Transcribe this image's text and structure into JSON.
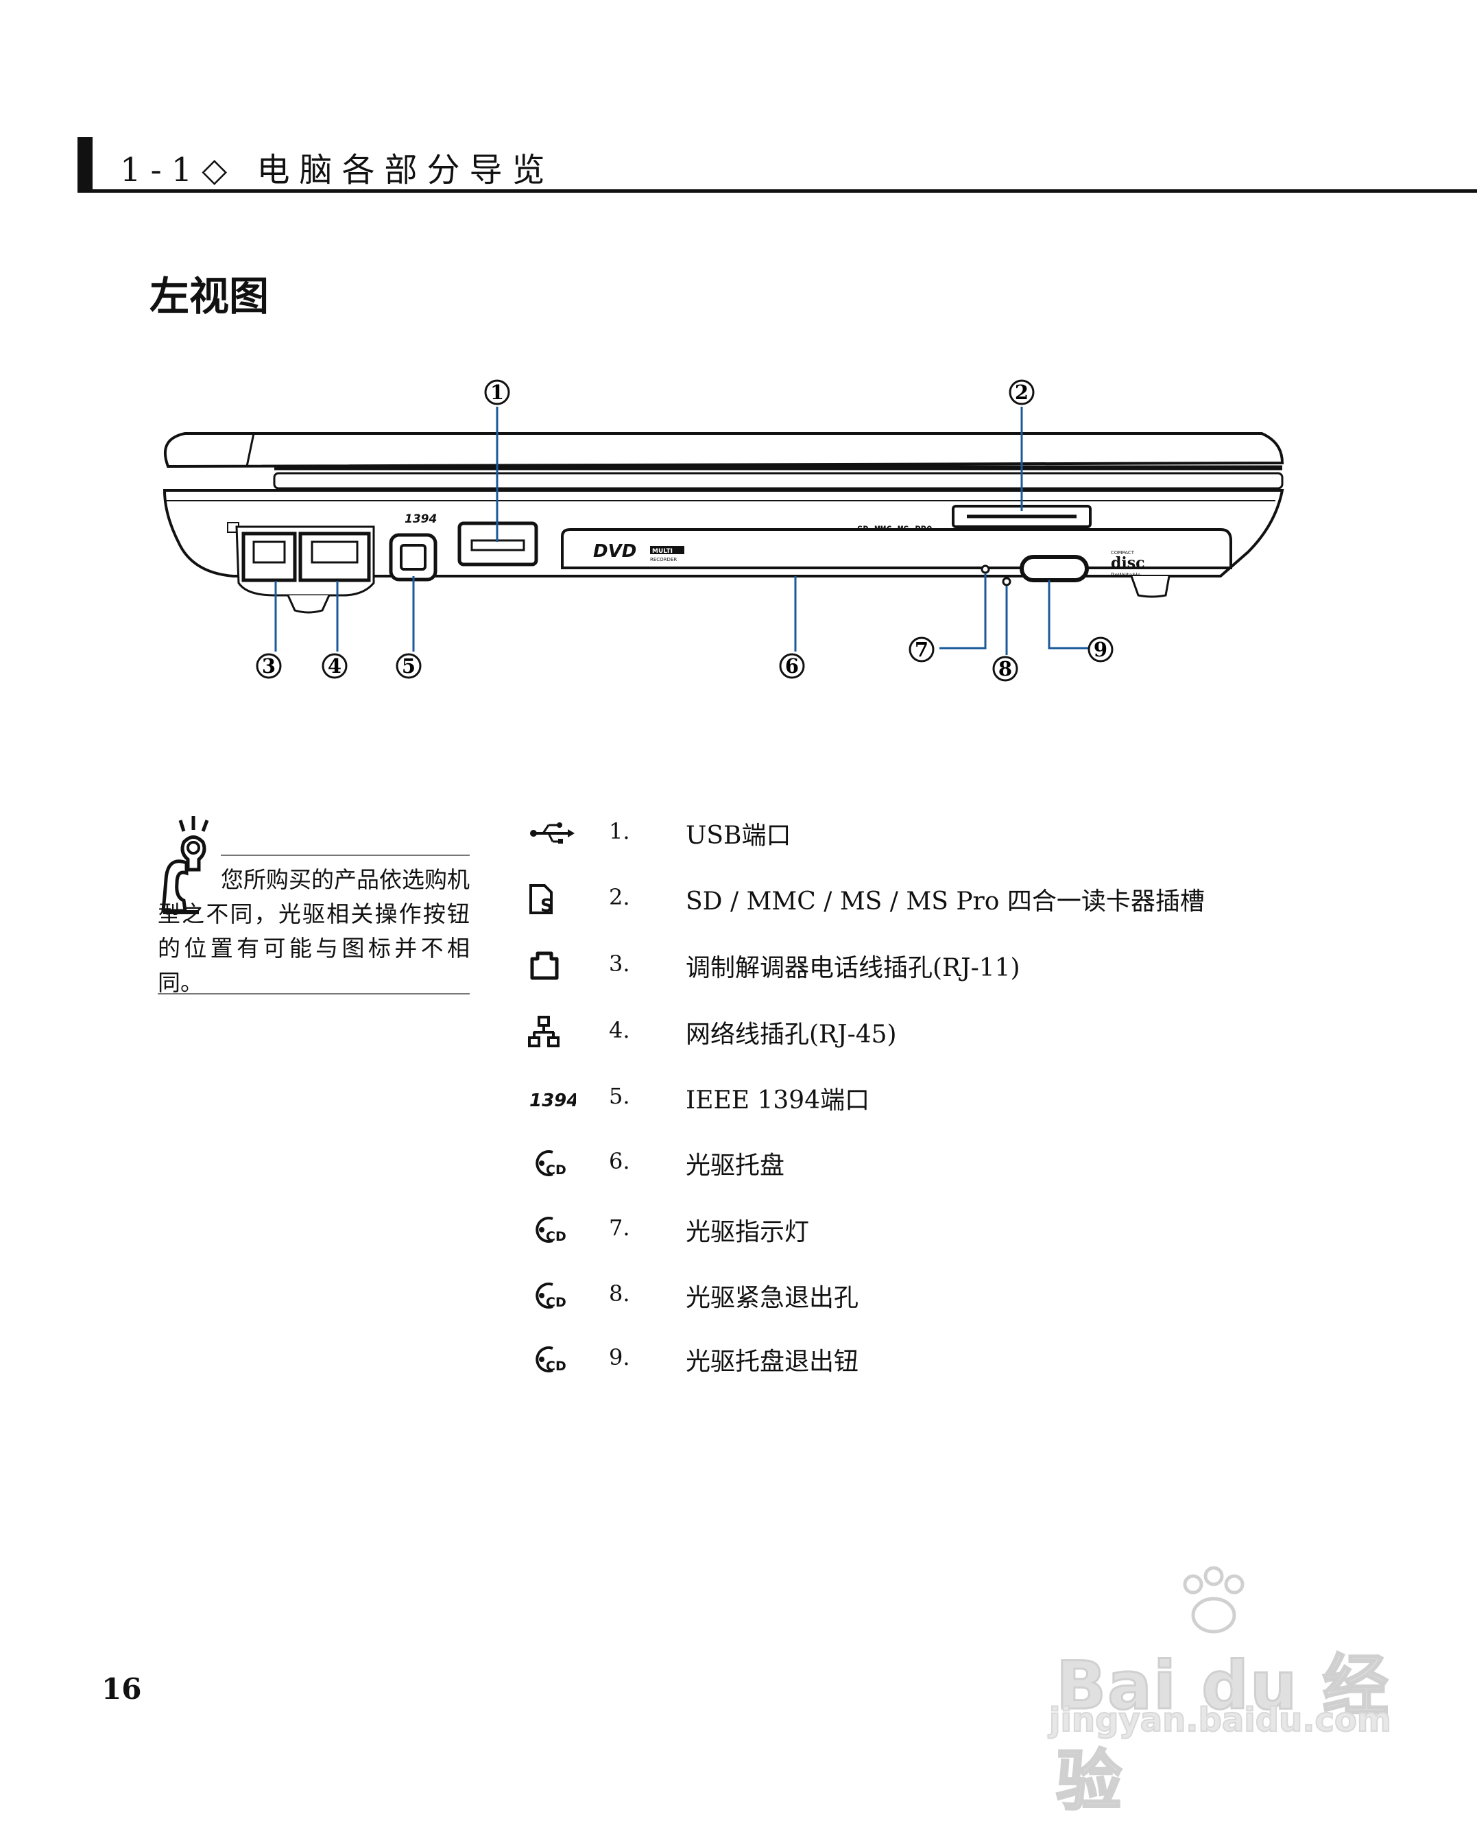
{
  "header": {
    "section": "1-1◇ 电脑各部分导览"
  },
  "title": "左视图",
  "diagram": {
    "callouts": [
      "1",
      "2",
      "3",
      "4",
      "5",
      "6",
      "7",
      "8",
      "9"
    ],
    "labels": {
      "port_1394": "1394",
      "card_reader": "SD.MMC.MS-PRO",
      "dvd": "DVD",
      "multi": "MULTI",
      "recorder": "RECORDER",
      "compact": "COMPACT",
      "disc": "disc",
      "rewritable": "ReWritable"
    }
  },
  "note": {
    "text": "您所购买的产品依选购机型之不同，光驱相关操作按钮的位置有可能与图标并不相同。"
  },
  "items": [
    {
      "icon": "usb-icon",
      "num": "1.",
      "label": "USB端口"
    },
    {
      "icon": "sd-card-icon",
      "num": "2.",
      "label": "SD / MMC / MS / MS Pro 四合一读卡器插槽"
    },
    {
      "icon": "modem-icon",
      "num": "3.",
      "label": "调制解调器电话线插孔(RJ-11)"
    },
    {
      "icon": "network-icon",
      "num": "4.",
      "label": "网络线插孔(RJ-45)"
    },
    {
      "icon": "ieee1394-icon",
      "num": "5.",
      "label": "IEEE 1394端口",
      "icon_text": "1394"
    },
    {
      "icon": "cd-icon",
      "num": "6.",
      "label": "光驱托盘",
      "icon_text": "CD"
    },
    {
      "icon": "cd-icon",
      "num": "7.",
      "label": "光驱指示灯",
      "icon_text": "CD"
    },
    {
      "icon": "cd-icon",
      "num": "8.",
      "label": "光驱紧急退出孔",
      "icon_text": "CD"
    },
    {
      "icon": "cd-icon",
      "num": "9.",
      "label": "光驱托盘退出钮",
      "icon_text": "CD"
    }
  ],
  "page_number": "16",
  "watermark": {
    "brand": "Bai du 经验",
    "url": "jingyan.baidu.com"
  }
}
